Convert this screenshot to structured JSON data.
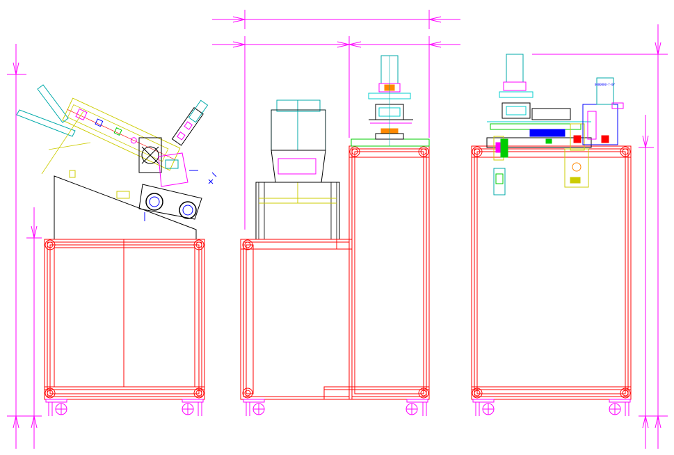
{
  "drawing": {
    "views": [
      "left-side-view",
      "front-view",
      "right-side-view"
    ],
    "annotation_text": "0000000-7-07"
  },
  "colors": {
    "frame": "#ff0000",
    "dimension": "#ff00ff",
    "outline": "#000000",
    "hopper": "#00aaaa",
    "part_yellow": "#cccc00",
    "part_blue": "#0000ff",
    "part_green": "#00cc00",
    "part_orange": "#ff8800",
    "part_teal": "#00cccc"
  }
}
